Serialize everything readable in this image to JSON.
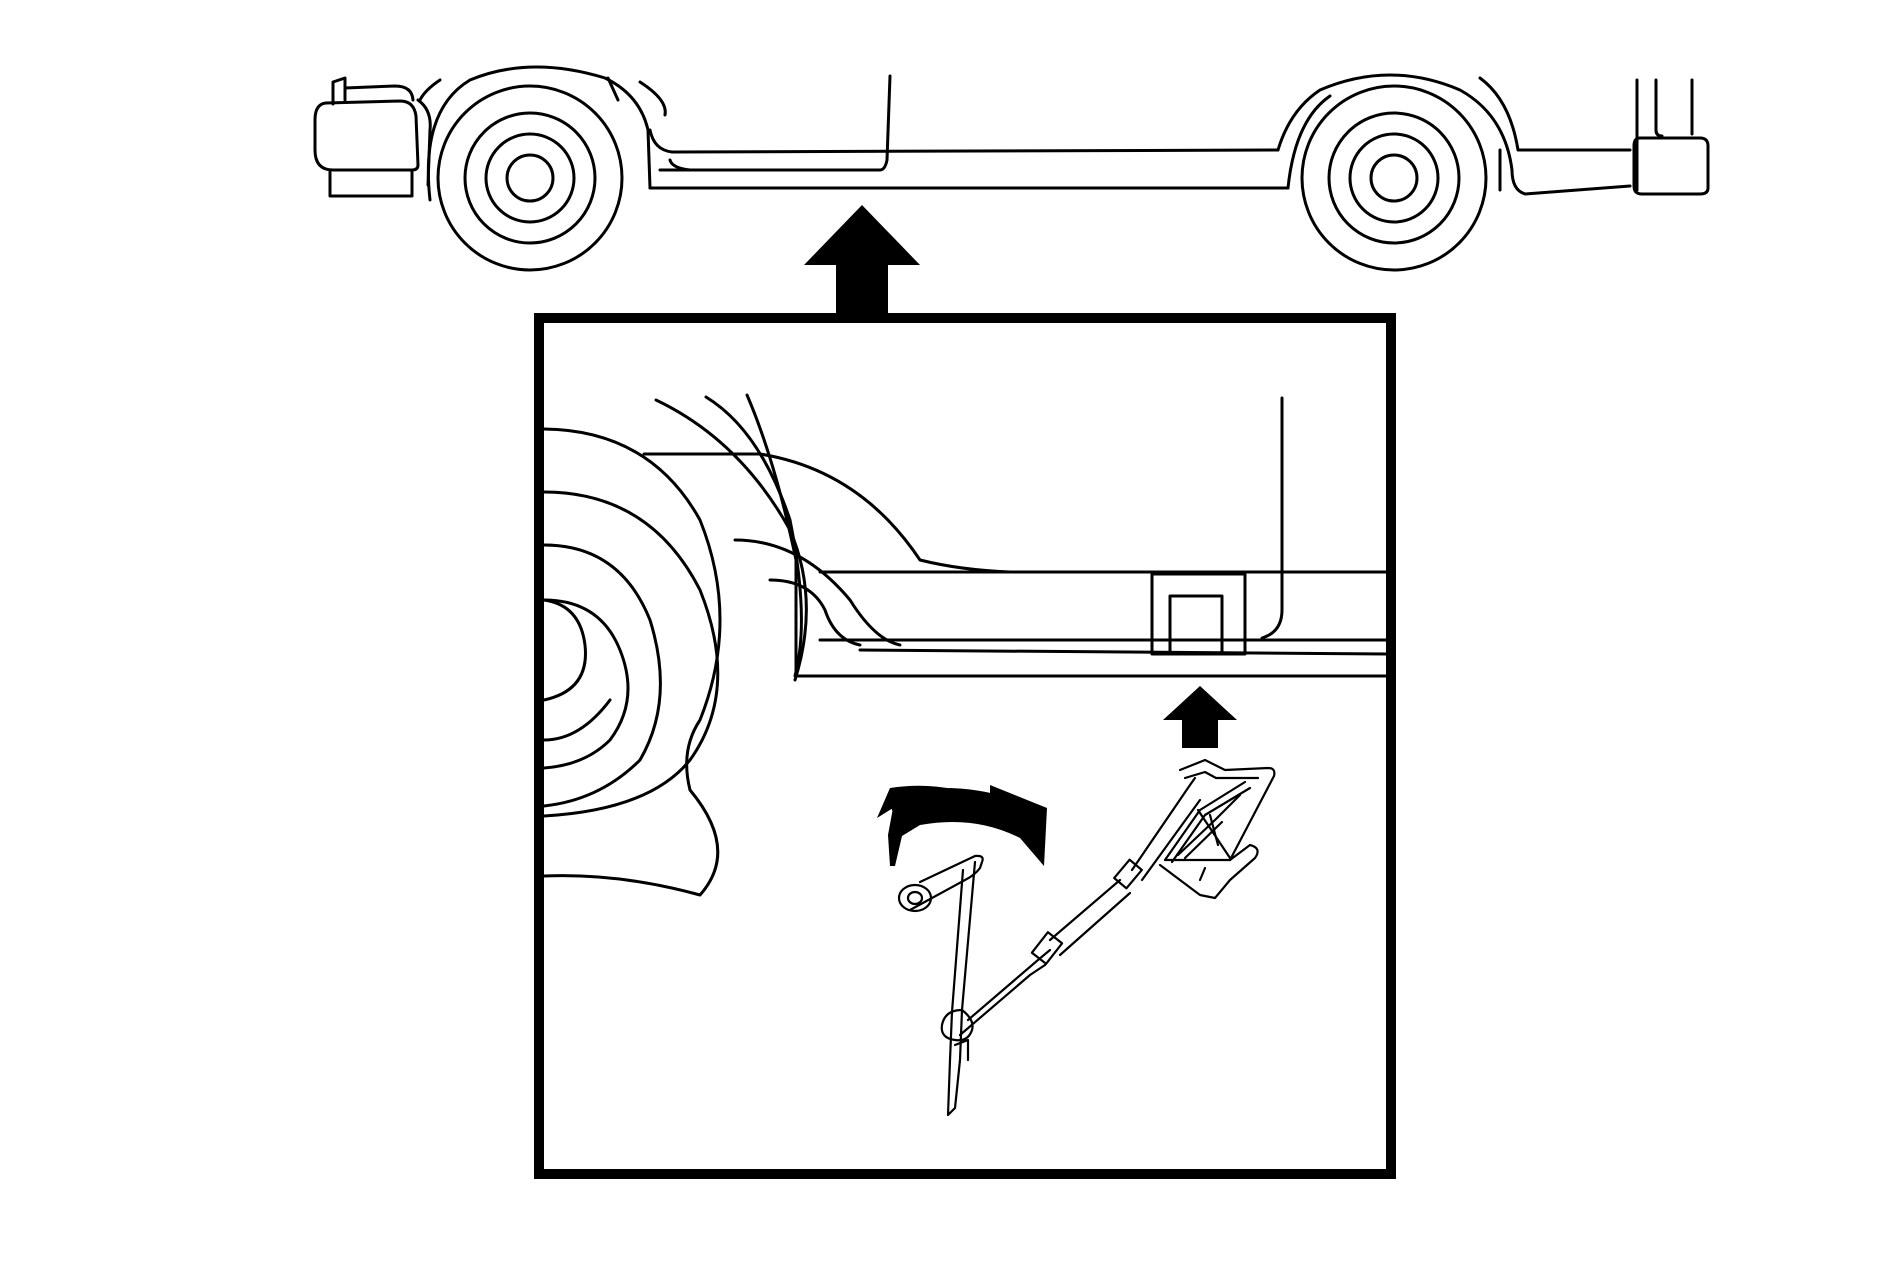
{
  "figure": {
    "type": "line-art illustration",
    "colors": {
      "line": "#000000",
      "background": "#ffffff"
    },
    "icons": [
      "vehicle-side-view",
      "up-arrow",
      "detail-frame",
      "jack-point",
      "scissor-jack",
      "jack-handle",
      "rotation-arrow"
    ]
  }
}
